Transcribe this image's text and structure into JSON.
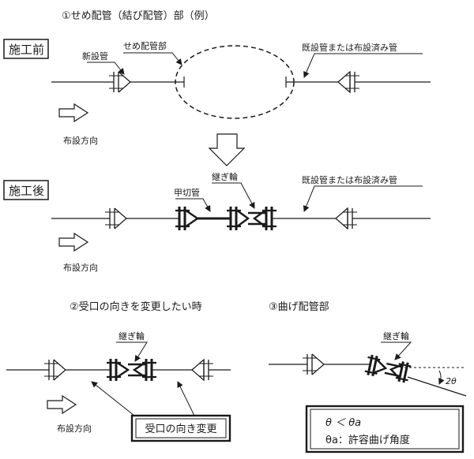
{
  "section1": {
    "title": "①せめ配管（結び配管）部（例）",
    "before": {
      "label": "施工前",
      "new_pipe": "新設管",
      "seme_part": "せめ配管部",
      "existing_pipe": "既設管または布設済み管",
      "direction": "布設方向"
    },
    "after": {
      "label": "施工後",
      "cut_pipe": "甲切管",
      "joint_ring": "継ぎ輪",
      "existing_pipe": "既設管または布設済み管",
      "direction": "布設方向"
    }
  },
  "section2": {
    "title": "②受口の向きを変更したい時",
    "joint_ring": "継ぎ輪",
    "direction": "布設方向",
    "box_label": "受口の向き変更"
  },
  "section3": {
    "title": "③曲げ配管部",
    "joint_ring": "継ぎ輪",
    "angle_label": "2θ",
    "formula_1": "θ ＜ θa",
    "formula_2": "θa：許容曲げ角度"
  }
}
